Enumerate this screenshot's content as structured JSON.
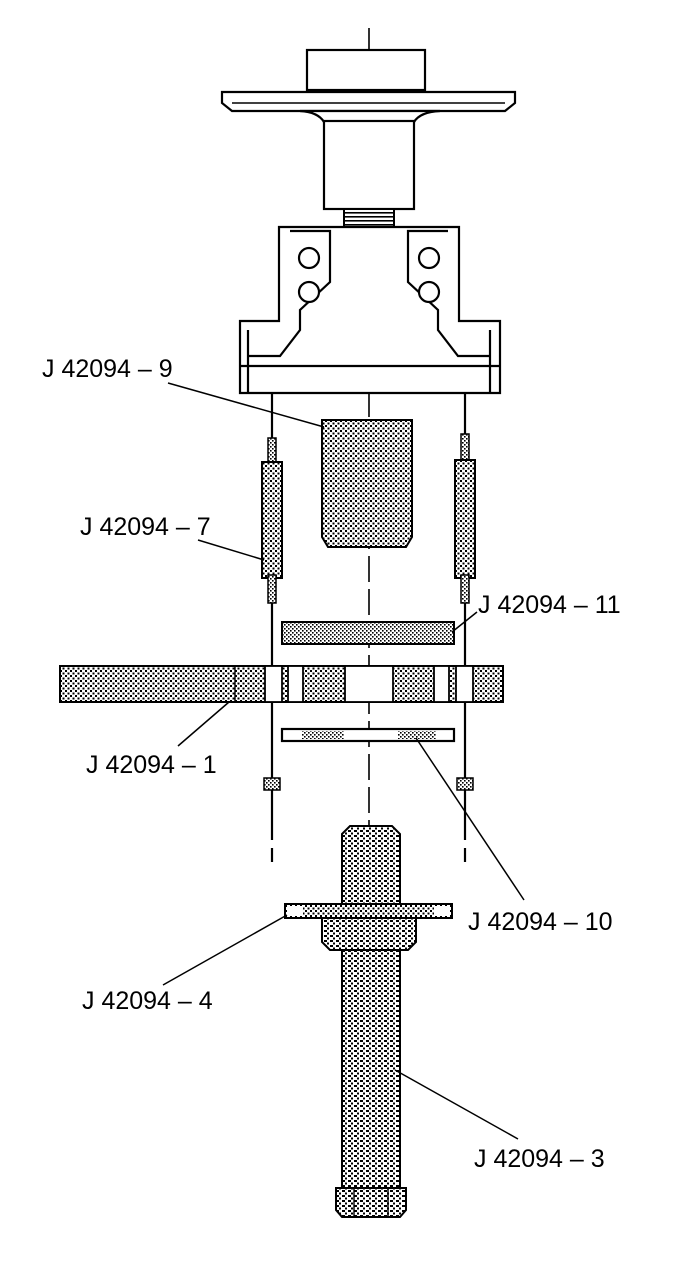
{
  "labels": {
    "part9": "J 42094 – 9",
    "part7": "J 42094 – 7",
    "part11": "J 42094 – 11",
    "part1": "J 42094 – 1",
    "part10": "J 42094 – 10",
    "part4": "J 42094 – 4",
    "part3": "J 42094 – 3"
  }
}
